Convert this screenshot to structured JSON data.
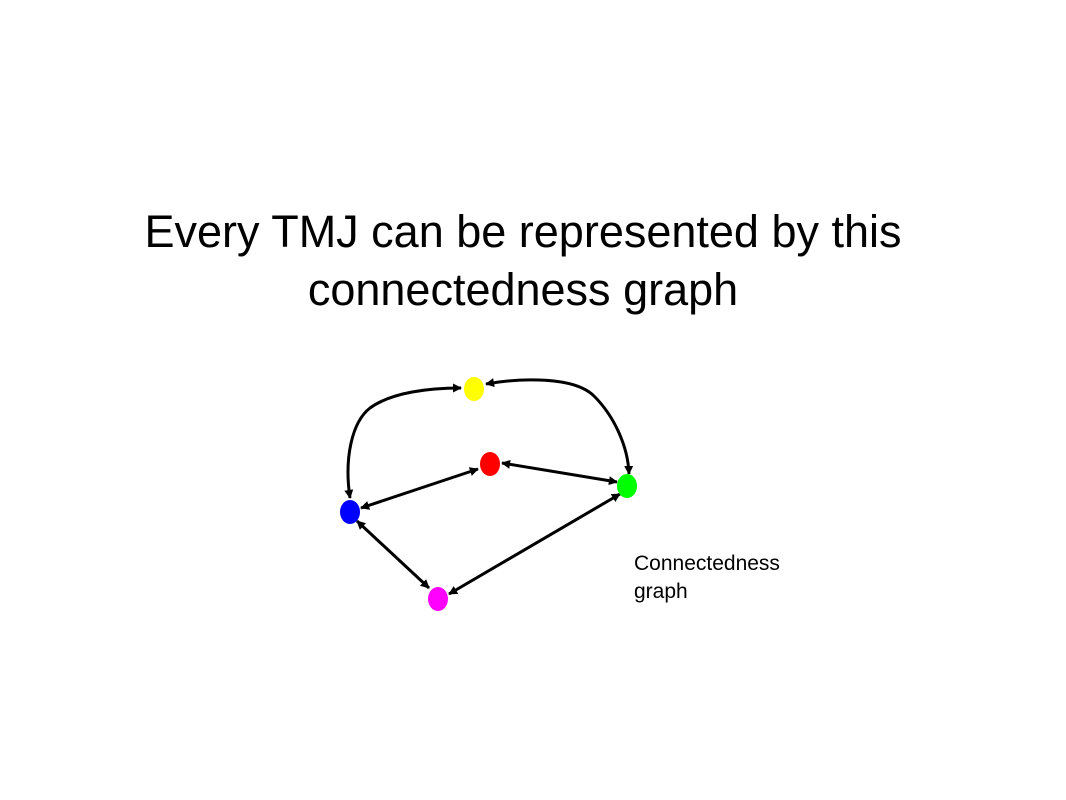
{
  "slide": {
    "title_line1": "Every TMJ can be represented by this",
    "title_line2": "connectedness graph",
    "caption_line1": "Connectedness",
    "caption_line2": "graph"
  },
  "graph": {
    "nodes": [
      {
        "id": "yellow",
        "color": "#ffff00"
      },
      {
        "id": "red",
        "color": "#ff0000"
      },
      {
        "id": "green",
        "color": "#00ff00"
      },
      {
        "id": "blue",
        "color": "#0000ff"
      },
      {
        "id": "magenta",
        "color": "#ff00ff"
      }
    ],
    "edges": [
      {
        "from": "blue",
        "to": "yellow",
        "directed": "both"
      },
      {
        "from": "yellow",
        "to": "green",
        "directed": "both"
      },
      {
        "from": "blue",
        "to": "red",
        "directed": "both"
      },
      {
        "from": "red",
        "to": "green",
        "directed": "both"
      },
      {
        "from": "blue",
        "to": "magenta",
        "directed": "both"
      },
      {
        "from": "magenta",
        "to": "green",
        "directed": "both"
      }
    ],
    "edge_color": "#000000"
  }
}
